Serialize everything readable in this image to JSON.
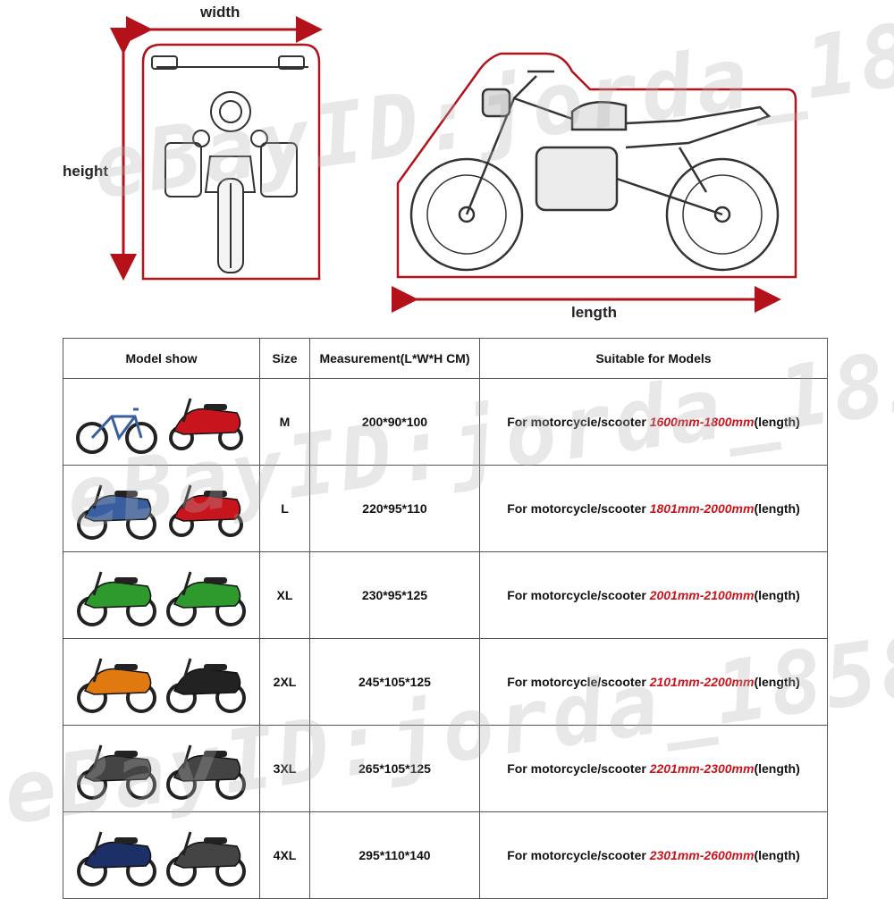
{
  "diagram": {
    "width_label": "width",
    "height_label": "height",
    "length_label": "length",
    "accent_color": "#b3121a"
  },
  "table": {
    "headers": {
      "model_show": "Model show",
      "size": "Size",
      "measurement": "Measurement(L*W*H CM)",
      "suitable": "Suitable for Models"
    },
    "rows": [
      {
        "size": "M",
        "measurement": "200*90*100",
        "prefix": "For motorcycle/scooter ",
        "range": "1600mm-1800mm",
        "suffix": "(length)",
        "model_icons": [
          "bicycle-icon",
          "scooter-icon"
        ]
      },
      {
        "size": "L",
        "measurement": "220*95*110",
        "prefix": "For motorcycle/scooter ",
        "range": "1801mm-2000mm",
        "suffix": "(length)",
        "model_icons": [
          "motorcycle-icon",
          "scooter-icon"
        ]
      },
      {
        "size": "XL",
        "measurement": "230*95*125",
        "prefix": "For motorcycle/scooter ",
        "range": "2001mm-2100mm",
        "suffix": "(length)",
        "model_icons": [
          "sport-motorcycle-icon",
          "sport-motorcycle-icon"
        ]
      },
      {
        "size": "2XL",
        "measurement": "245*105*125",
        "prefix": "For motorcycle/scooter ",
        "range": "2101mm-2200mm",
        "suffix": "(length)",
        "model_icons": [
          "dirt-bike-icon",
          "naked-motorcycle-icon"
        ]
      },
      {
        "size": "3XL",
        "measurement": "265*105*125",
        "prefix": "For motorcycle/scooter ",
        "range": "2201mm-2300mm",
        "suffix": "(length)",
        "model_icons": [
          "touring-motorcycle-icon",
          "touring-motorcycle-icon"
        ]
      },
      {
        "size": "4XL",
        "measurement": "295*110*140",
        "prefix": "For motorcycle/scooter ",
        "range": "2301mm-2600mm",
        "suffix": "(length)",
        "model_icons": [
          "cruiser-motorcycle-icon",
          "touring-motorcycle-icon"
        ]
      }
    ]
  },
  "watermark": {
    "text": "eBayID:jorda_1858"
  }
}
